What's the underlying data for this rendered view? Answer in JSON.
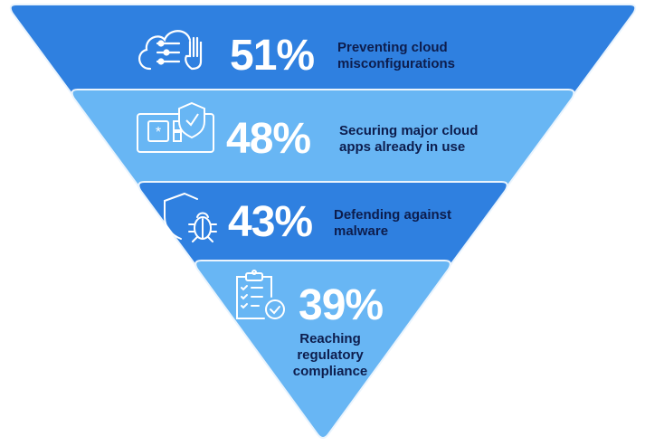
{
  "colors": {
    "dark": "#2f80e0",
    "light": "#68b6f4",
    "text": "#0d1d4d"
  },
  "chart_data": {
    "type": "funnel",
    "stages": [
      {
        "value": 51,
        "pct": "51%",
        "label_lines": [
          "Preventing cloud",
          "misconfigurations"
        ],
        "icon": "cloud-settings-hand-icon",
        "color": "dark"
      },
      {
        "value": 48,
        "pct": "48%",
        "label_lines": [
          "Securing major cloud",
          "apps already in use"
        ],
        "icon": "app-shield-check-icon",
        "color": "light"
      },
      {
        "value": 43,
        "pct": "43%",
        "label_lines": [
          "Defending against",
          "malware"
        ],
        "icon": "shield-bug-icon",
        "color": "dark"
      },
      {
        "value": 39,
        "pct": "39%",
        "label_lines": [
          "Reaching",
          "regulatory",
          "compliance"
        ],
        "icon": "clipboard-check-icon",
        "color": "light"
      }
    ]
  }
}
